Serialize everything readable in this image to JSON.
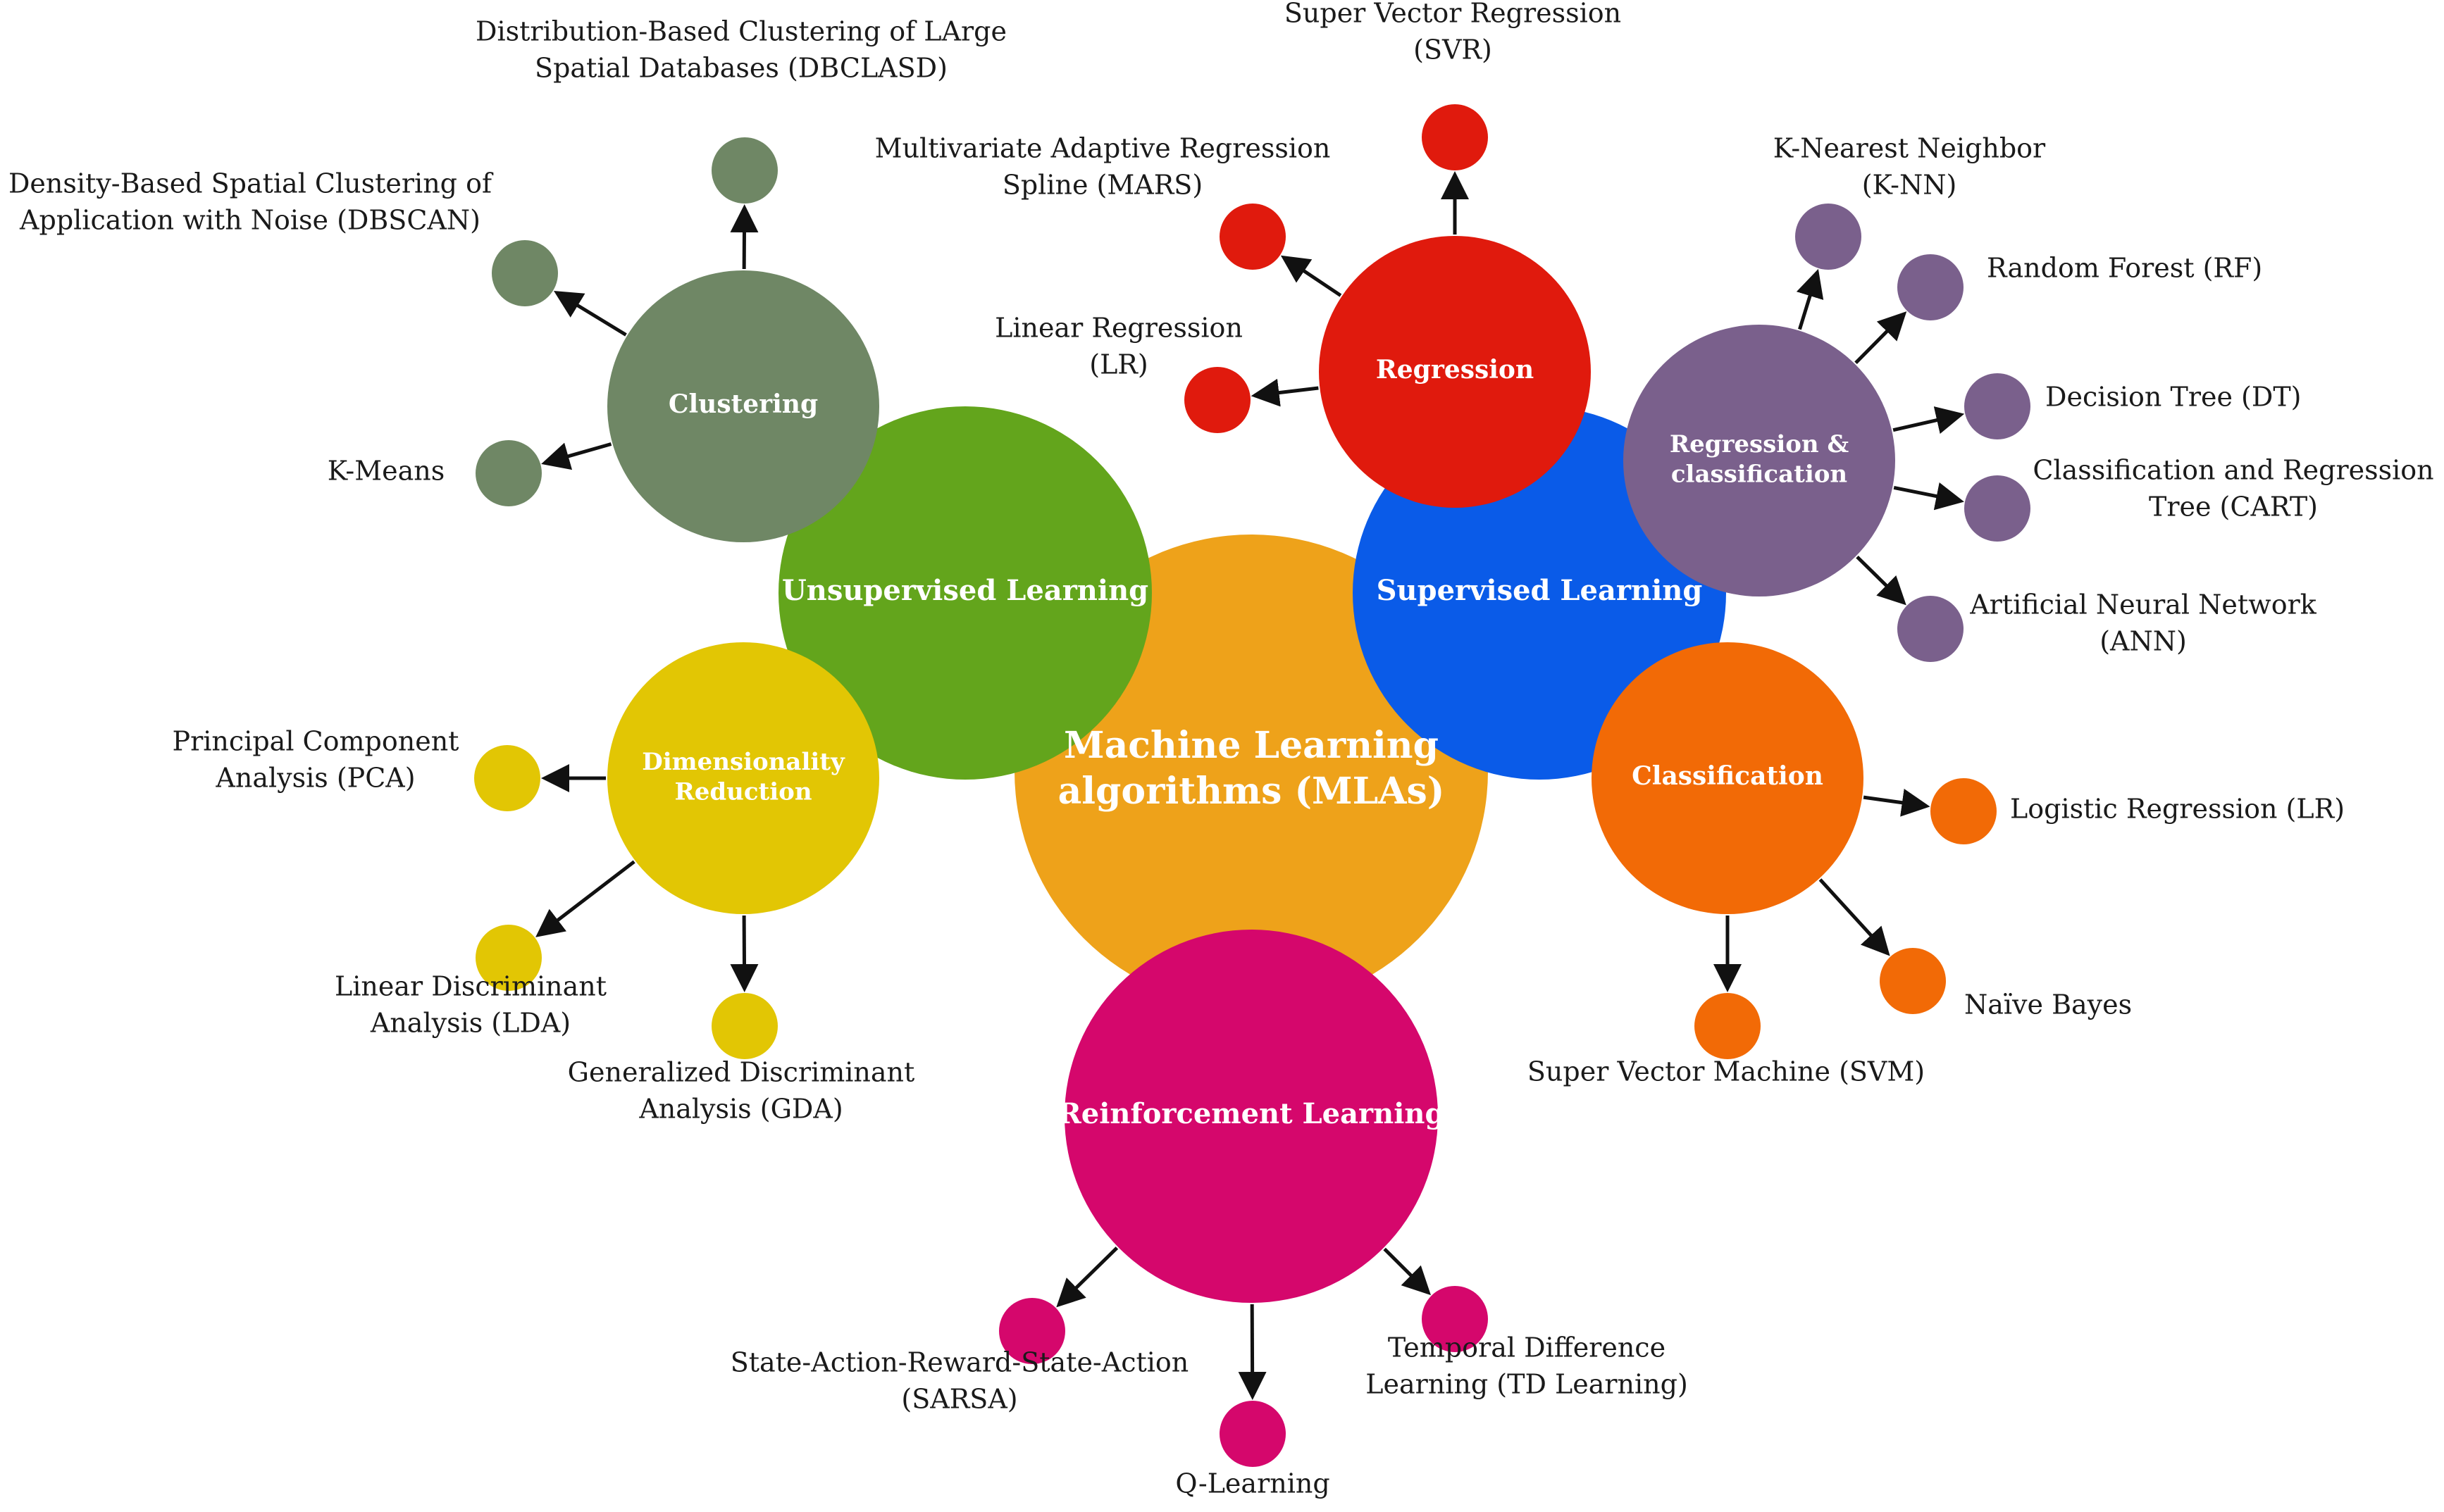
{
  "center": {
    "text": [
      "Machine Learning",
      "algorithms (MLAs)"
    ],
    "color": "#eea21a"
  },
  "categories": {
    "unsupervised": {
      "text": [
        "Unsupervised Learning"
      ],
      "color": "#63a51c"
    },
    "supervised": {
      "text": [
        "Supervised Learning"
      ],
      "color": "#0a5be8"
    },
    "reinforcement": {
      "text": [
        "Reinforcement Learning"
      ],
      "color": "#d5076c"
    },
    "clustering": {
      "text": [
        "Clustering"
      ],
      "color": "#6f8765"
    },
    "dimensionality": {
      "text": [
        "Dimensionality",
        "Reduction"
      ],
      "color": "#e2c604"
    },
    "regression": {
      "text": [
        "Regression"
      ],
      "color": "#e01a0d"
    },
    "regclass": {
      "text": [
        "Regression &",
        "classification"
      ],
      "color": "#7a608c"
    },
    "classification": {
      "text": [
        "Classification"
      ],
      "color": "#f26a06"
    }
  },
  "leaves": {
    "dbclasd": [
      "Distribution-Based Clustering of LArge",
      "Spatial Databases (DBCLASD)"
    ],
    "dbscan": [
      "Density-Based Spatial Clustering of",
      "Application with Noise (DBSCAN)"
    ],
    "kmeans": [
      "K-Means"
    ],
    "pca": [
      "Principal Component",
      "Analysis (PCA)"
    ],
    "lda": [
      "Linear Discriminant",
      "Analysis (LDA)"
    ],
    "gda": [
      "Generalized Discriminant",
      "Analysis (GDA)"
    ],
    "svr": [
      "Super Vector Regression",
      "(SVR)"
    ],
    "mars": [
      "Multivariate Adaptive Regression",
      "Spline (MARS)"
    ],
    "linreg": [
      "Linear Regression",
      "(LR)"
    ],
    "knn": [
      "K-Nearest Neighbor",
      "(K-NN)"
    ],
    "rf": [
      "Random Forest (RF)"
    ],
    "dt": [
      "Decision Tree (DT)"
    ],
    "cart": [
      "Classification and Regression",
      "Tree (CART)"
    ],
    "ann": [
      "Artificial Neural Network",
      "(ANN)"
    ],
    "logreg": [
      "Logistic Regression (LR)"
    ],
    "nb": [
      "Naïve Bayes"
    ],
    "svm": [
      "Super Vector Machine (SVM)"
    ],
    "sarsa": [
      "State-Action-Reward-State-Action",
      "(SARSA)"
    ],
    "qlearn": [
      "Q-Learning"
    ],
    "td": [
      "Temporal Difference",
      "Learning (TD Learning)"
    ]
  }
}
